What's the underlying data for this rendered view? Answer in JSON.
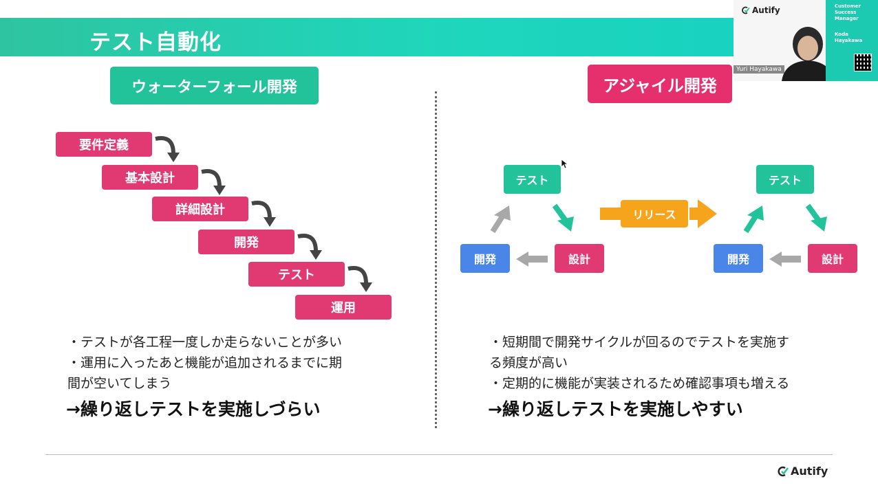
{
  "slide": {
    "title": "テスト自動化",
    "left": {
      "heading": "ウォーターフォール開発",
      "steps": [
        "要件定義",
        "基本設計",
        "詳細設計",
        "開発",
        "テスト",
        "運用"
      ],
      "bullets": [
        "・テストが各工程一度しか走らないことが多い",
        "・運用に入ったあと機能が追加されるまでに期",
        "間が空いてしまう"
      ],
      "conclusion": "→繰り返しテストを実施しづらい"
    },
    "right": {
      "heading": "アジャイル開発",
      "cycle_left": {
        "test": "テスト",
        "design": "設計",
        "dev": "開発"
      },
      "release": "リリース",
      "cycle_right": {
        "test": "テスト",
        "design": "設計",
        "dev": "開発"
      },
      "bullets": [
        "・短期間で開発サイクルが回るのでテストを実施す",
        "る頻度が高い",
        "・定期的に機能が実装されるため確認事項も増える"
      ],
      "conclusion": "→繰り返しテストを実施しやすい"
    },
    "footer_logo": "Autify"
  },
  "video": {
    "logo": "Autify",
    "role_lines": [
      "Customer",
      "Success",
      "Manager"
    ],
    "name_lines": [
      "Koda",
      "Hayakawa"
    ],
    "participant_name": "Yuri Hayakawa"
  },
  "colors": {
    "teal": "#22c29a",
    "pink": "#e13a72",
    "blue": "#4a86e8",
    "orange": "#f5a41c",
    "gray_arrow": "#a8a8a8"
  }
}
